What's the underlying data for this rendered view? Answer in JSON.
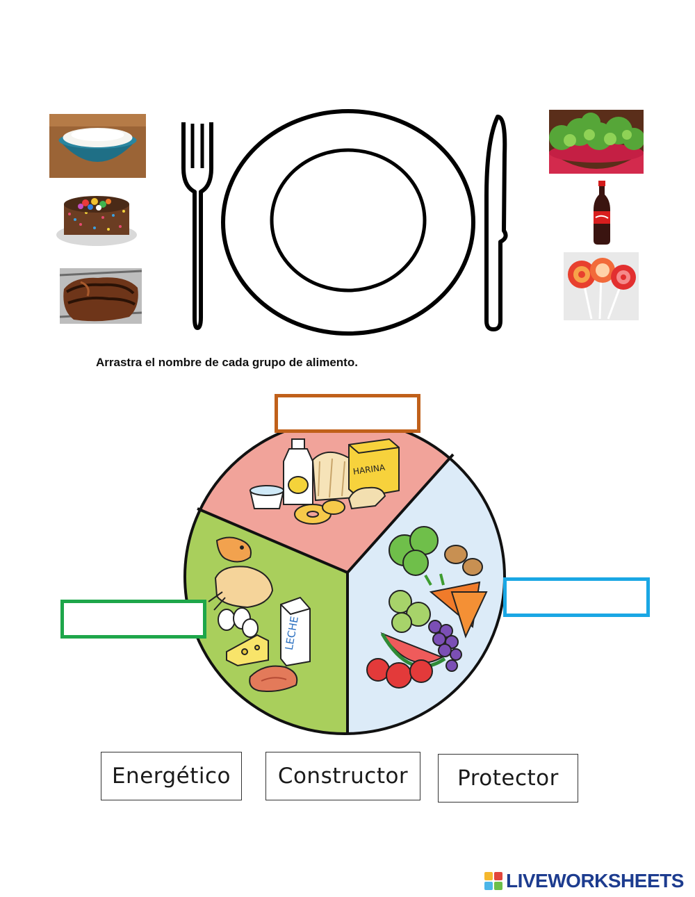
{
  "instruction": "Arrastra el nombre de cada grupo de alimento.",
  "food_photos_left": [
    "rice-bowl",
    "candy-cake",
    "grilled-steak"
  ],
  "food_photos_right": [
    "lettuce-salad",
    "cola-bottle",
    "lollipops"
  ],
  "plate_sections": [
    {
      "name": "top",
      "color": "#f1a39a",
      "foods": [
        "milk-bottle",
        "bread",
        "flour-box",
        "yogurt",
        "donut"
      ]
    },
    {
      "name": "left",
      "color": "#a9cf5c",
      "foods": [
        "fish",
        "chicken",
        "eggs",
        "cheese",
        "milk-carton",
        "meat"
      ]
    },
    {
      "name": "right",
      "color": "#dcebf8",
      "foods": [
        "lettuce",
        "carrots",
        "grapes",
        "watermelon",
        "apples"
      ]
    }
  ],
  "milk_carton_label": "LECHE",
  "flour_box_label": "HARINA",
  "drop_zone_colors": {
    "top": "#c0601a",
    "right": "#1aa7e4",
    "left": "#1ea64a"
  },
  "word_cards": [
    {
      "label": "Energético"
    },
    {
      "label": "Constructor"
    },
    {
      "label": "Protector"
    }
  ],
  "brand": {
    "name": "LIVEWORKSHEETS",
    "color": "#1d3c8f"
  }
}
